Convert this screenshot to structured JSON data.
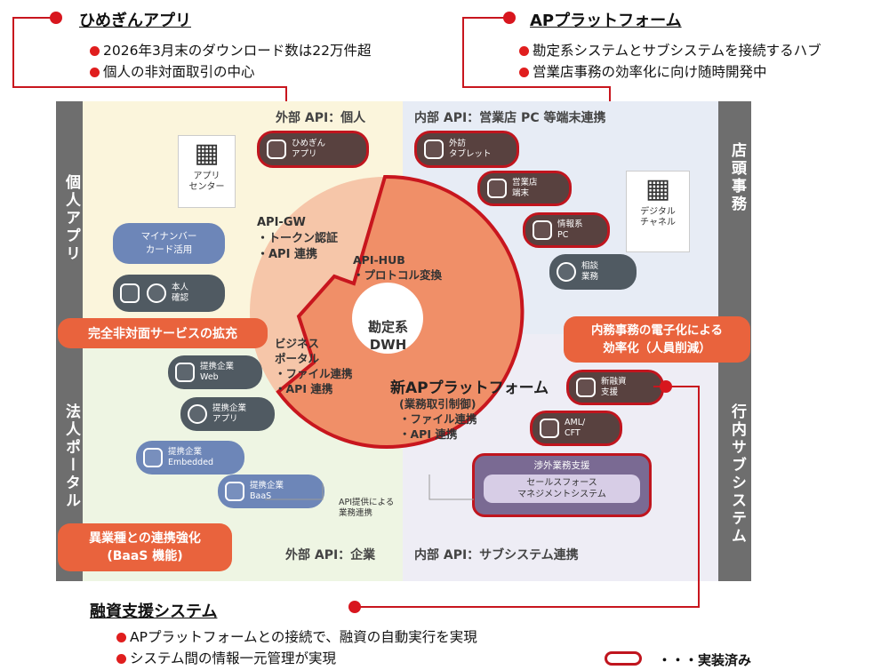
{
  "callouts": {
    "hime": {
      "title": "ひめぎんアプリ",
      "bullets": [
        "2026年3月末のダウンロード数は22万件超",
        "個人の非対面取引の中心"
      ]
    },
    "ap": {
      "title": "APプラットフォーム",
      "bullets": [
        "勘定系システムとサブシステムを接続するハブ",
        "営業店事務の効率化に向け随時開発中"
      ]
    },
    "loan": {
      "title": "融資支援システム",
      "bullets": [
        "APプラットフォームとの接続で、融資の自動実行を実現",
        "システム間の情報一元管理が実現"
      ]
    }
  },
  "legend": {
    "label": "・・・実装済み"
  },
  "panels": {
    "top_left": "外部 API：個人",
    "top_right": "内部 API：営業店 PC 等端末連携",
    "bottom_left": "外部 API：企業",
    "bottom_right": "内部 API：サブシステム連携"
  },
  "side_labels": {
    "left_top": "個人アプリ",
    "left_bottom": "法人ポータル",
    "right_top": "店頭事務",
    "right_bottom": "行内サブシステム"
  },
  "buildings": {
    "app_center": "アプリ\nセンター",
    "digital_channel": "デジタル\nチャネル"
  },
  "pills": {
    "hime_app": "ひめぎん\nアプリ",
    "gaibo_tablet": "外訪\nタブレット",
    "eigyo_tanmatsu": "営業店\n端末",
    "joho_pc": "情報系\nPC",
    "sodan": "相談\n業務",
    "honnin": "本人\n確認",
    "teikei_web": "提携企業\nWeb",
    "teikei_app": "提携企業\nアプリ",
    "teikei_embedded": "提携企業\nEmbedded",
    "teikei_baas": "提携企業\nBaaS",
    "shin_yushi": "新融資\n支援",
    "aml_cft": "AML/\nCFT"
  },
  "blue_boxes": {
    "mynumber": "マイナンバー\nカード活用",
    "shogai_title": "渉外業務支援",
    "salesforce": "セールスフォース\nマネジメントシステム"
  },
  "orange_buttons": {
    "nonface": "完全非対面サービスの拡充",
    "efficiency": "内務事務の電子化による\n効率化（人員削減）",
    "baas": "異業種との連携強化\n(BaaS 機能)"
  },
  "center": {
    "api_gw": "API-GW\n・トークン認証\n・API 連携",
    "api_hub": "API-HUB\n・プロトコル変換",
    "dwh": "勘定系\nDWH",
    "biz_portal": "ビジネス\nポータル\n・ファイル連携\n・API 連携",
    "new_ap_title": "新APプラットフォーム",
    "new_ap_sub": "(業務取引制御)\n・ファイル連携\n・API 連携",
    "api_provision": "API提供による\n業務連携"
  },
  "colors": {
    "accent_red": "#c8161e",
    "orange": "#e9633d",
    "peach": "#f4a07e",
    "dark_pill": "#58413f"
  }
}
